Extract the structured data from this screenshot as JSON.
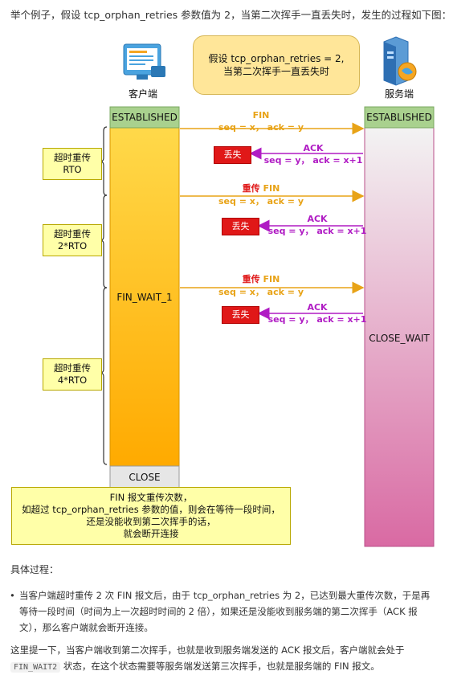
{
  "intro": "举个例子，假设 tcp_orphan_retries 参数值为 2，当第二次挥手一直丢失时，发生的过程如下图：",
  "note": {
    "line1": "假设 tcp_orphan_retries = 2,",
    "line2": "当第二次挥手一直丢失时"
  },
  "client": {
    "label": "客户端",
    "state_top": "ESTABLISHED",
    "state_mid": "FIN_WAIT_1",
    "state_bottom": "CLOSE"
  },
  "server": {
    "label": "服务端",
    "state_top": "ESTABLISHED",
    "state_mid": "CLOSE_WAIT"
  },
  "rto_boxes": [
    {
      "line1": "超时重传",
      "line2": "RTO"
    },
    {
      "line1": "超时重传",
      "line2": "2*RTO"
    },
    {
      "line1": "超时重传",
      "line2": "4*RTO"
    }
  ],
  "messages": [
    {
      "title_prefix": "",
      "title": "FIN",
      "detail": "seq = x， ack = y"
    },
    {
      "title": "ACK",
      "detail": "seq = y， ack = x+1",
      "lost": "丢失"
    },
    {
      "title_prefix": "重传 ",
      "title": "FIN",
      "detail": "seq = x， ack = y"
    },
    {
      "title": "ACK",
      "detail": "seq = y， ack = x+1",
      "lost": "丢失"
    },
    {
      "title_prefix": "重传 ",
      "title": "FIN",
      "detail": "seq = x， ack = y"
    },
    {
      "title": "ACK",
      "detail": "seq = y， ack = x+1",
      "lost": "丢失"
    }
  ],
  "bottom_note": {
    "line1": "FIN 报文重传次数，",
    "line2": "如超过 tcp_orphan_retries 参数的值，则会在等待一段时间，",
    "line3": "还是没能收到第二次挥手的话，",
    "line4": "就会断开连接"
  },
  "section_title": "具体过程：",
  "bullet": "当客户端超时重传 2 次 FIN 报文后，由于 tcp_orphan_retries 为 2，已达到最大重传次数，于是再等待一段时间（时间为上一次超时时间的 2 倍），如果还是没能收到服务端的第二次挥手（ACK 报文），那么客户端就会断开连接。",
  "para_before_code": "这里提一下，当客户端收到第二次挥手，也就是收到服务端发送的 ACK 报文后，客户端就会处于",
  "code": "FIN_WAIT2",
  "para_after_code": "状态，在这个状态需要等服务端发送第三次挥手，也就是服务端的 FIN 报文。",
  "colors": {
    "fin": "#e8a317",
    "ack": "#b01cc4",
    "lost": "#e01818",
    "client_bar": "#ffb300",
    "server_bar": "#e27ab0",
    "state_green": "#a9d18e"
  }
}
